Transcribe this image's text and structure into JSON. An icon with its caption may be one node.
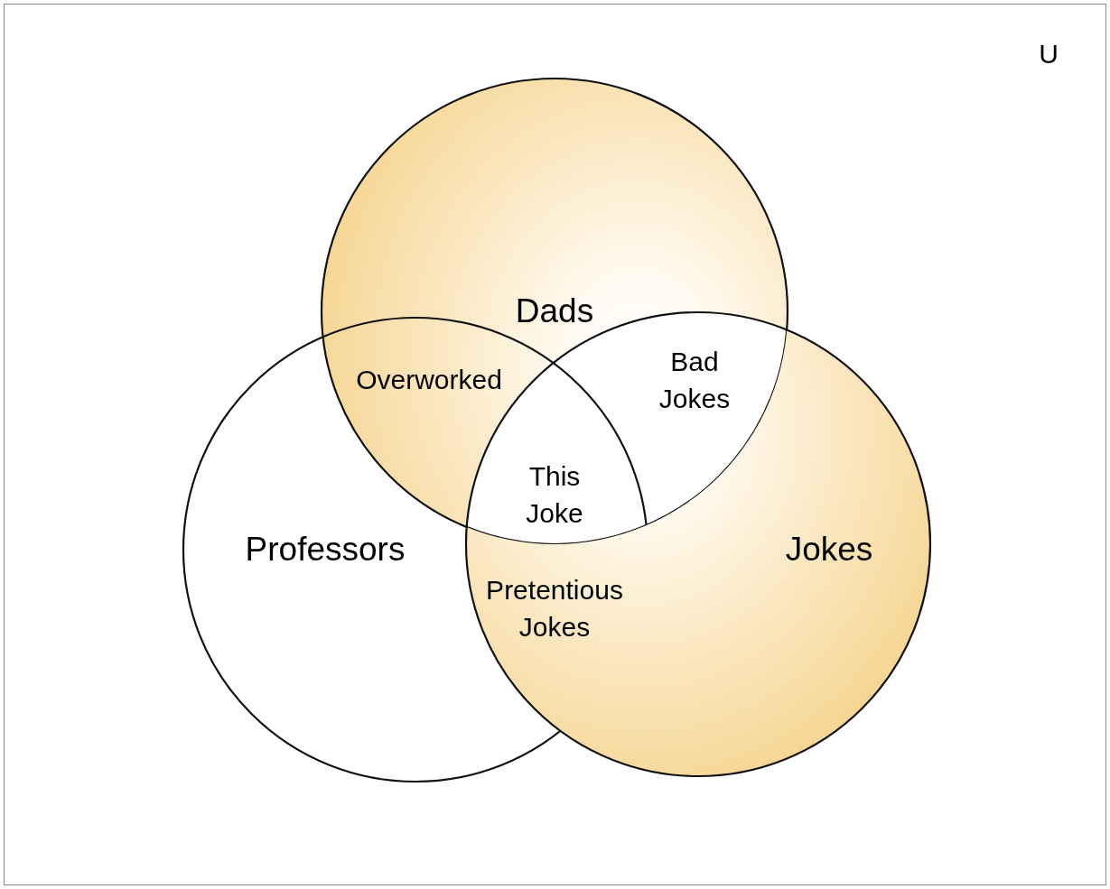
{
  "diagram": {
    "nodes": [
      {
        "text": [
          "U"
        ]
      },
      {
        "text": [
          "Dads"
        ],
        "in": 0
      },
      {
        "text": [
          "Professors"
        ],
        "in": 0
      },
      {
        "text": [
          "Jokes"
        ],
        "in": 0
      }
    ],
    "labels": [
      "Overworked",
      "Bad Jokes",
      "This Joke",
      "Pretentious Jokes"
    ]
  }
}
